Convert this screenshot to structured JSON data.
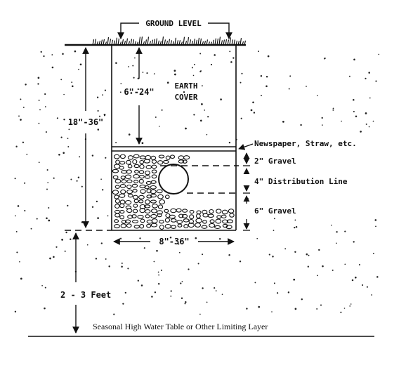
{
  "labels": {
    "ground_level": "GROUND LEVEL",
    "earth_cover_line1": "EARTH",
    "earth_cover_line2": "COVER",
    "cover_depth": "6\"-24\"",
    "total_depth": "18\"-36\"",
    "newspaper": "Newspaper, Straw, etc.",
    "gravel_top": "2\" Gravel",
    "distribution_line": "4\" Distribution Line",
    "gravel_bottom": "6\" Gravel",
    "trench_width": "8\"-36\"",
    "separation": "2 - 3 Feet",
    "water_table": "Seasonal High Water Table or Other Limiting Layer"
  }
}
